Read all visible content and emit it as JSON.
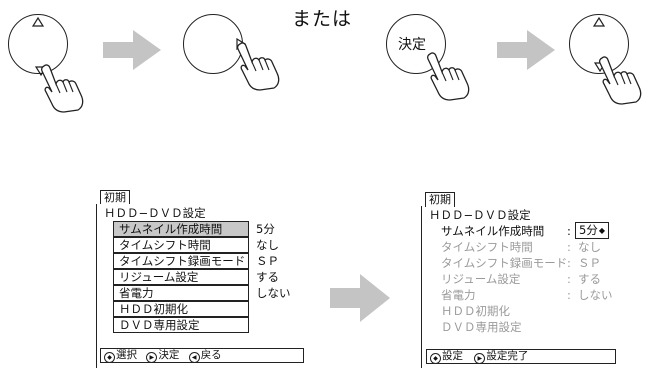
{
  "top": {
    "or_text": "または",
    "enter_label": "決定"
  },
  "left_panel": {
    "tab": "初期",
    "title": "ＨＤＤ−ＤＶＤ設定",
    "items": [
      {
        "label": "サムネイル作成時間",
        "value": "5分"
      },
      {
        "label": "タイムシフト時間",
        "value": "なし"
      },
      {
        "label": "タイムシフト録画モード",
        "value": "ＳＰ"
      },
      {
        "label": "リジューム設定",
        "value": "する"
      },
      {
        "label": "省電力",
        "value": "しない"
      },
      {
        "label": "ＨＤＤ初期化",
        "value": ""
      },
      {
        "label": "ＤＶＤ専用設定",
        "value": ""
      }
    ],
    "footer": {
      "select": "選択",
      "decide": "決定",
      "back": "戻る"
    }
  },
  "right_panel": {
    "tab": "初期",
    "title": "ＨＤＤ−ＤＶＤ設定",
    "colon": ":",
    "items": [
      {
        "label": "サムネイル作成時間",
        "value": "5分"
      },
      {
        "label": "タイムシフト時間",
        "value": "なし"
      },
      {
        "label": "タイムシフト録画モード",
        "value": "ＳＰ"
      },
      {
        "label": "リジューム設定",
        "value": "する"
      },
      {
        "label": "省電力",
        "value": "しない"
      },
      {
        "label": "ＨＤＤ初期化",
        "value": ""
      },
      {
        "label": "ＤＶＤ専用設定",
        "value": ""
      }
    ],
    "spin_symbol": "◆",
    "footer": {
      "set": "設定",
      "complete": "設定完了"
    }
  }
}
